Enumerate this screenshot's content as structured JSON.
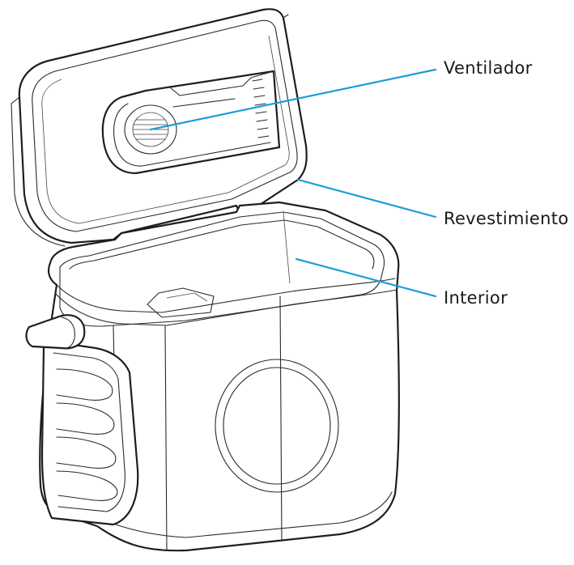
{
  "labels": [
    {
      "id": "ventilador",
      "text": "Ventilador"
    },
    {
      "id": "revestimiento",
      "text": "Revestimiento"
    },
    {
      "id": "interior",
      "text": "Interior"
    }
  ],
  "colors": {
    "leader": "#1e9cd7",
    "outline": "#1e1e1e",
    "background": "#ffffff"
  }
}
